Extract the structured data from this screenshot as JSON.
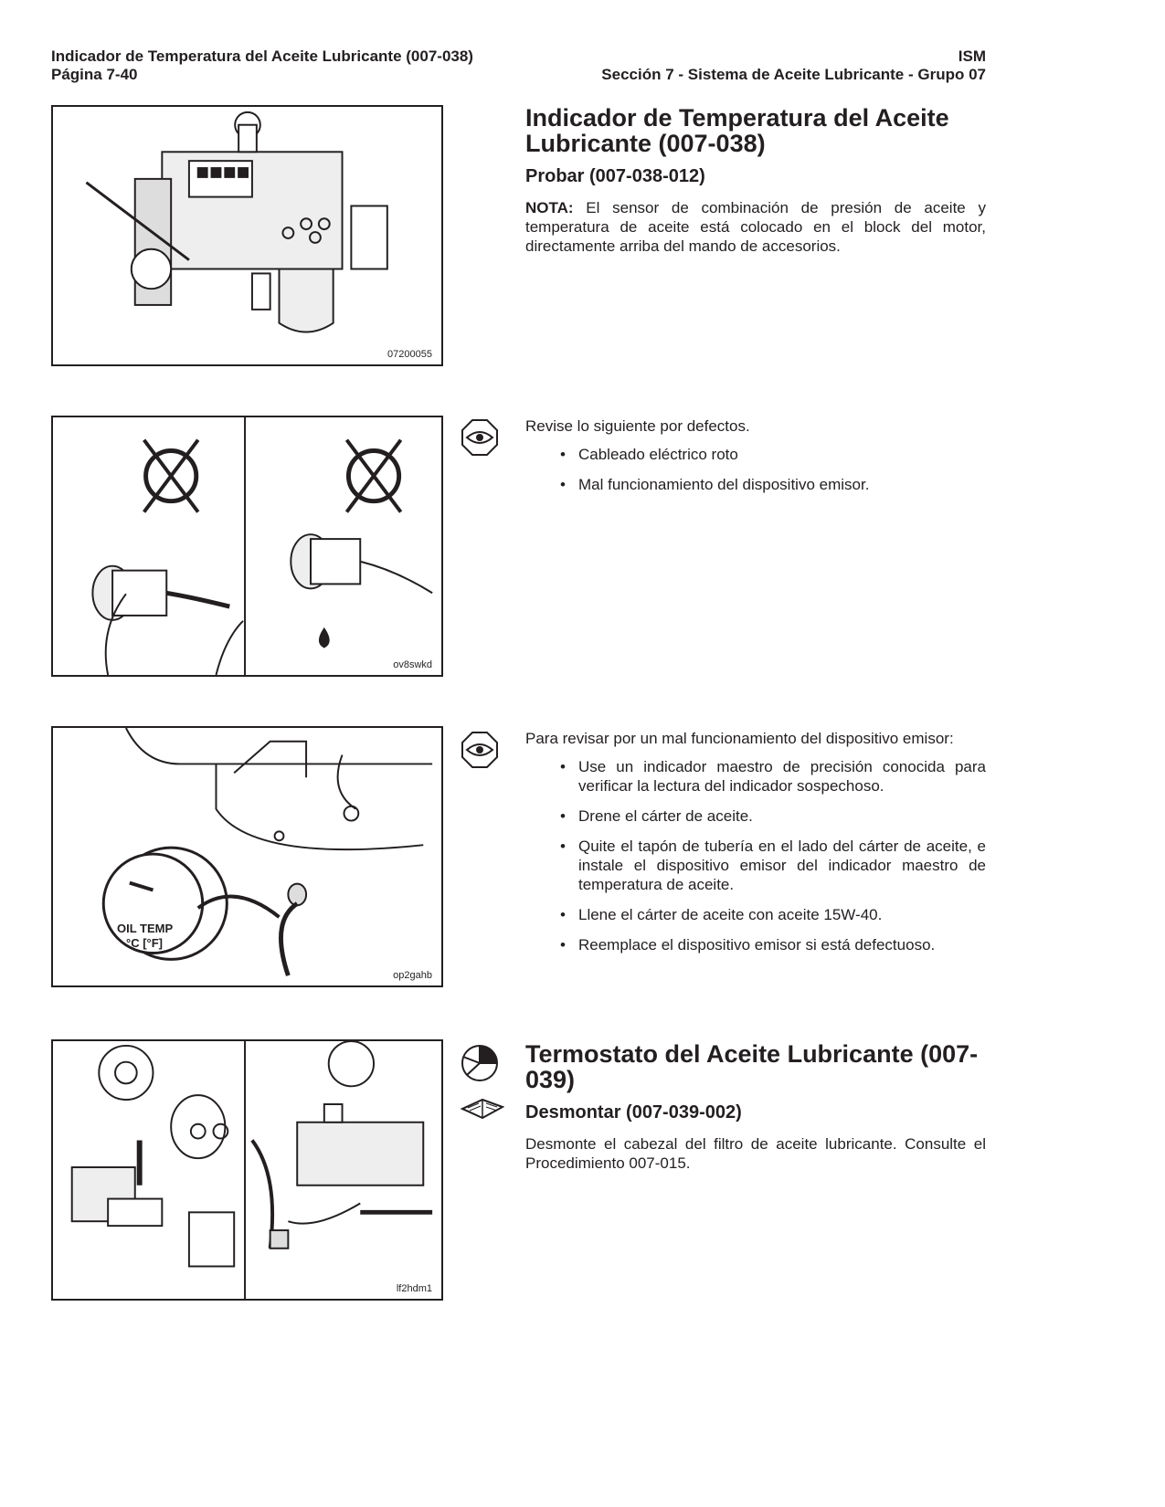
{
  "header": {
    "left_line1": "Indicador de Temperatura del Aceite Lubricante (007-038)",
    "left_line2": "Página 7-40",
    "right_line1": "ISM",
    "right_line2": "Sección 7 - Sistema de Aceite Lubricante - Grupo 07"
  },
  "figures": [
    {
      "id": "07200055"
    },
    {
      "id": "ov8swkd"
    },
    {
      "id": "op2gahb",
      "gauge_label_1": "OIL TEMP",
      "gauge_label_2": "°C [°F]"
    },
    {
      "id": "lf2hdm1"
    }
  ],
  "section1": {
    "title": "Indicador de Temperatura del Aceite Lubricante (007-038)",
    "subtitle": "Probar (007-038-012)",
    "note_label": "NOTA:",
    "note_text": " El sensor de combinación de presión de aceite y temperatura de aceite está colocado en el block del motor, directamente arriba del mando de accesorios."
  },
  "step1": {
    "intro": "Revise lo siguiente por defectos.",
    "items": [
      "Cableado eléctrico roto",
      "Mal funcionamiento del dispositivo emisor."
    ]
  },
  "step2": {
    "intro": "Para revisar por un mal funcionamiento del dispositivo emisor:",
    "items": [
      "Use un indicador maestro de precisión conocida para verificar la lectura del indicador sospechoso.",
      "Drene el cárter de aceite.",
      "Quite el tapón de tubería en el lado del cárter de aceite, e instale el dispositivo emisor del indicador maestro de temperatura de aceite.",
      "Llene el cárter de aceite con aceite 15W-40.",
      "Reemplace el dispositivo emisor si está defectuoso."
    ]
  },
  "section2": {
    "title": "Termostato del Aceite Lubricante (007-039)",
    "subtitle": "Desmontar (007-039-002)",
    "text": "Desmonte el cabezal del filtro de aceite lubricante. Consulte el Procedimiento 007-015."
  },
  "icons": [
    "inspect-eye-icon",
    "inspect-eye-icon",
    "time-estimate-icon",
    "refer-to-manual-icon"
  ]
}
